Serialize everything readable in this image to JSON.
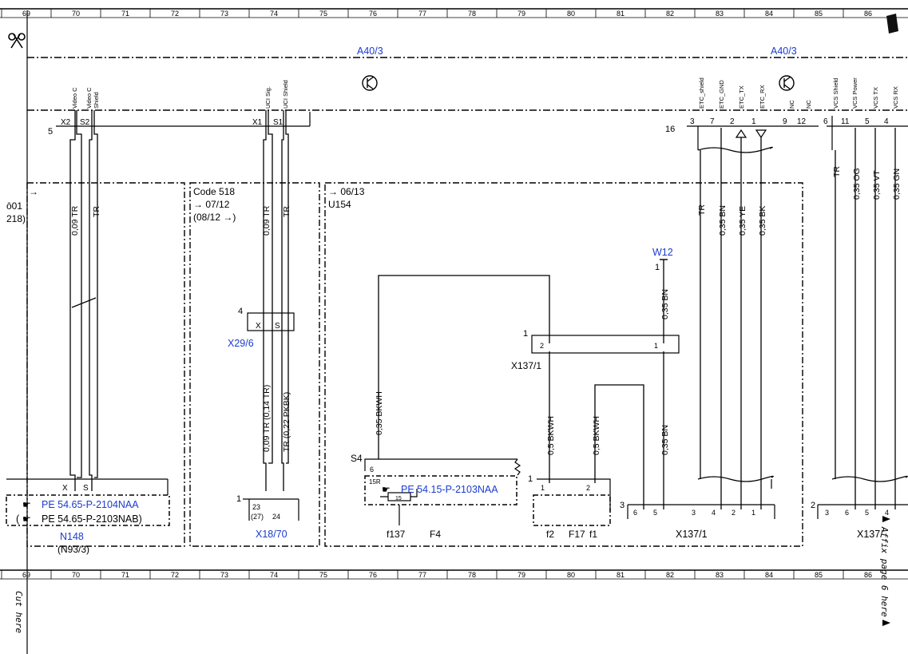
{
  "ruler": {
    "cells": [
      "69",
      "70",
      "71",
      "72",
      "73",
      "74",
      "75",
      "76",
      "77",
      "78",
      "79",
      "80",
      "81",
      "82",
      "83",
      "84",
      "85",
      "86"
    ]
  },
  "labels": {
    "a40_left": "A40/3",
    "a40_right": "A40/3",
    "code518": "Code 518",
    "code518_from": "→ 07/12",
    "code518_to": "(08/12 →)",
    "u154_date": "→ 06/13",
    "u154": "U154",
    "left_date": "→",
    "left_code1": "ô01",
    "left_code2": "218)",
    "w12": "W12",
    "x29": "X29/6",
    "x18": "X18/70",
    "x137_mid": "X137/1",
    "x137_bottom": "X137/1",
    "x137_right": "X137/",
    "n148": "N148",
    "n93": "(N93/3)",
    "f137": "f137",
    "f4": "F4",
    "f2": "f2",
    "f17": "F17",
    "f1": "f1",
    "s4": "S4",
    "fuse15r": "15R",
    "fuse15": "15",
    "ref1": "PE 54.65-P-2104NAA",
    "ref2": "PE 54.65-P-2103NAB)",
    "ref2_pre": "(",
    "ref3": "PE 54.15-P-2103NAA",
    "cut_here": "Cut here",
    "affix": "Affix page 6 here"
  },
  "pins": {
    "video_c": "Video C",
    "video_c_shield": "Video C Shield",
    "uci_sig": "UCI Sig.",
    "uci_shield": "UCI Shield",
    "etc_shield": "ETC_shield",
    "etc_gnd": "ETC_GND",
    "etc_tx": "ETC_TX",
    "etc_rx": "ETC_RX",
    "nc1": "NC",
    "nc2": "NC",
    "vcs_shield": "VCS Shield",
    "vcs_power": "VCS Power",
    "vcs_tx": "VCS TX",
    "vcs_rx": "VCS RX",
    "x2": "X2",
    "s2": "S2",
    "x1": "X1",
    "s1": "S1",
    "n5": "5",
    "n16": "16",
    "p3": "3",
    "p7": "7",
    "p2": "2",
    "p1": "1",
    "p9": "9",
    "p12": "12",
    "p6": "6",
    "p11": "11",
    "p5": "5",
    "p4": "4"
  },
  "wires": {
    "w_009tr_1": "0,09 TR",
    "w_tr_1": "TR",
    "w_009tr_2": "0,09 TR",
    "w_tr_2": "TR",
    "w_009tr_014": "0,09 TR (0,14 TR)",
    "w_tr_022": "TR (0,22 PKBK)",
    "w_035bkwh": "0,35 BKWH",
    "w_05bkwh_a": "0,5 BKWH",
    "w_05bkwh_b": "0,5 BKWH",
    "w_035bn_top": "0,35 BN",
    "w_035bn_bot": "0,35 BN",
    "w_tr_etc": "TR",
    "w_035bn_etc": "0,35 BN",
    "w_035ye": "0,35 YE",
    "w_035bk": "0,35 BK",
    "w_tr_vcs": "TR",
    "w_035og": "0,35 OG",
    "w_035vt": "0,35 VT",
    "w_035gn": "0,35 GN"
  },
  "connectors": {
    "x29_num": "4",
    "x29_x": "X",
    "x29_s": "S",
    "x18_num": "1",
    "x18_23": "23",
    "x18_27": "(27)",
    "x18_24": "24",
    "n148_x": "X",
    "n148_s": "S",
    "x137_top_num": "1",
    "x137_top_2": "2",
    "x137_top_1": "1",
    "w12_num": "1",
    "f17_num": "1",
    "f17_1": "1",
    "f17_2": "2",
    "x137b_num": "3",
    "x137b_6": "6",
    "x137b_5": "5",
    "x137b_3": "3",
    "x137b_4": "4",
    "x137b_2": "2",
    "x137b_1": "1",
    "x137r_num": "2",
    "x137r_3": "3",
    "x137r_6": "6",
    "x137r_5": "5",
    "x137r_4": "4",
    "s4_6": "6"
  },
  "colors": {
    "line": "#000000",
    "ref_blue": "#1a3bd0"
  }
}
